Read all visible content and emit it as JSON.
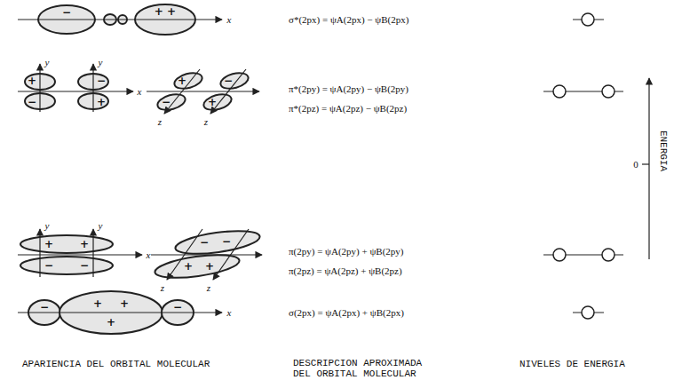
{
  "diagram": {
    "labels": [
      "σ*(2px) = ψA(2px) − ψB(2px)",
      "π*(2py) = ψA(2py) − ψB(2py)",
      "π*(2pz) = ψA(2pz) − ψB(2pz)",
      "π(2py) = ψA(2py) + ψB(2py)",
      "π(2pz) = ψA(2pz) + ψB(2pz)",
      "σ(2px) = ψA(2px) + ψB(2px)",
      "APARIENCIA DEL ORBITAL MOLECULAR",
      "DESCRIPCION APROXIMADA DEL ORBITAL MOLECULAR",
      "NIVELES DE ENERGIA",
      "ENERGIA",
      "0",
      "x",
      "−",
      "+ +",
      "y",
      "y",
      "x",
      "+",
      "−",
      "−",
      "+",
      "z",
      "z",
      "+",
      "−",
      "−",
      "+",
      "y",
      "y",
      "x",
      "+",
      "+",
      "−",
      "−",
      "z",
      "z",
      "−",
      "−",
      "+",
      "+",
      "x",
      "−",
      "+",
      "+",
      "+",
      "−"
    ]
  }
}
